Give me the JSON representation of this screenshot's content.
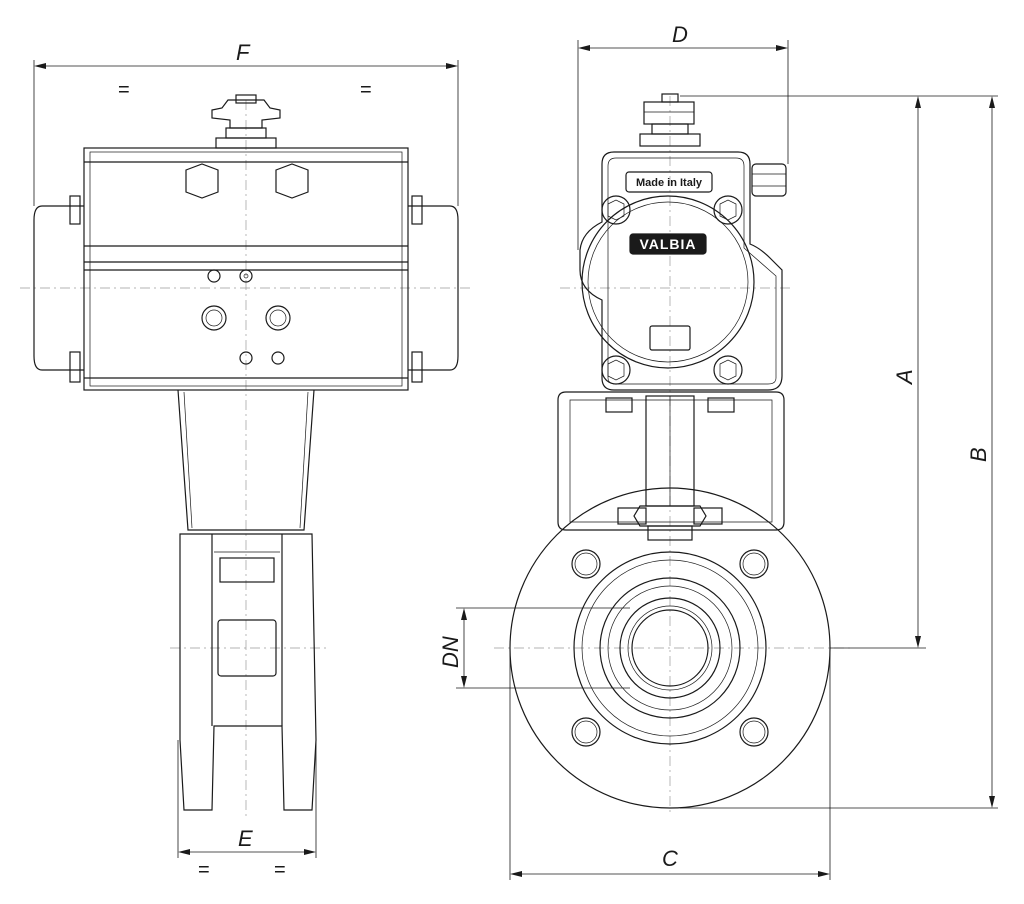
{
  "dimensions": {
    "A": "A",
    "B": "B",
    "C": "C",
    "D": "D",
    "E": "E",
    "F": "F",
    "DN": "DN"
  },
  "symbols": {
    "equal_sign": "="
  },
  "markings": {
    "made_in": "Made in Italy",
    "brand": "VALBIA"
  }
}
